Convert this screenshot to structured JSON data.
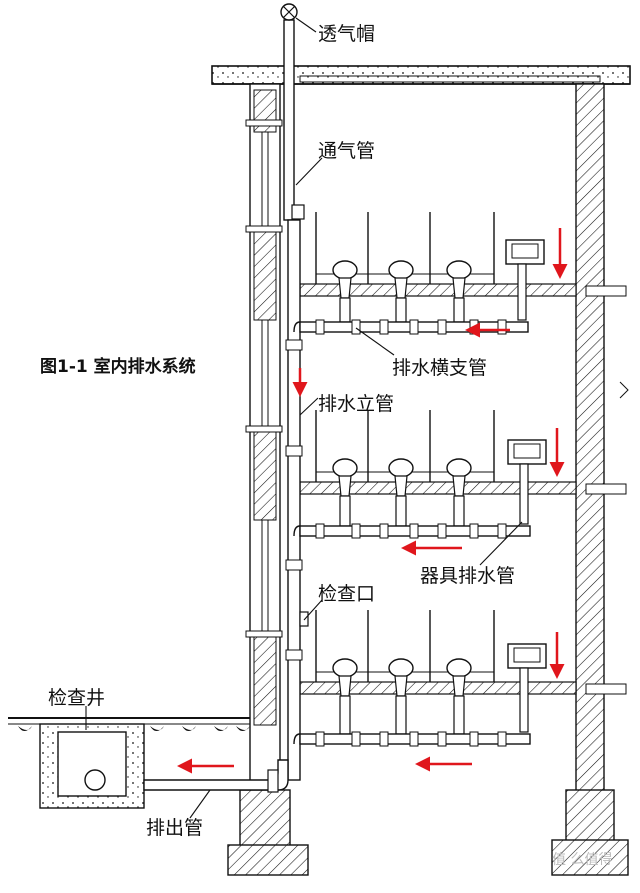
{
  "title": "图1-1 室内排水系统",
  "labels": {
    "vent_cap": "透气帽",
    "vent_pipe": "通气管",
    "horizontal_branch": "排水横支管",
    "vertical_stack": "排水立管",
    "fixture_drain": "器具排水管",
    "cleanout": "检查口",
    "inspection_well": "检查井",
    "outlet_pipe": "排出管"
  },
  "watermark": "值 么值得",
  "colors": {
    "line": "#111111",
    "flow_arrow": "#e0161c",
    "hatch": "#111111",
    "background": "#ffffff"
  }
}
